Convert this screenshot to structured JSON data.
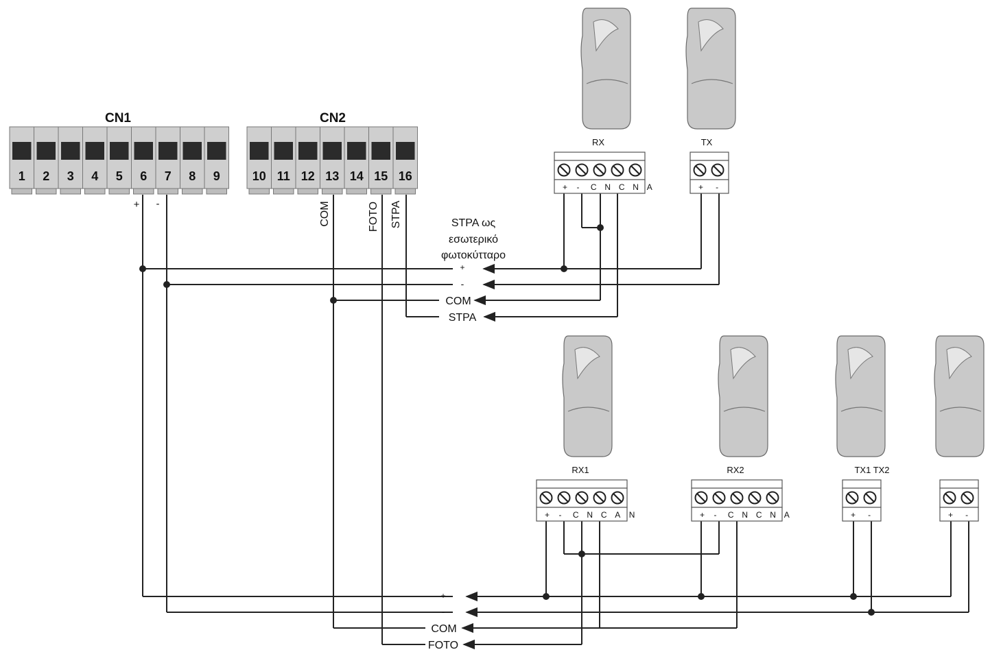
{
  "connectors": {
    "cn1": {
      "title": "CN1",
      "pins": [
        "1",
        "2",
        "3",
        "4",
        "5",
        "6",
        "7",
        "8",
        "9"
      ],
      "pin6_sign": "+",
      "pin7_sign": "-"
    },
    "cn2": {
      "title": "CN2",
      "pins": [
        "10",
        "11",
        "12",
        "13",
        "14",
        "15",
        "16"
      ]
    }
  },
  "wire_labels": {
    "com": "COM",
    "foto": "FOTO",
    "stpa": "STPA"
  },
  "upper": {
    "note_lines": [
      "STPA ως",
      "εσωτερικό",
      "φωτοκύτταρο"
    ],
    "bus": [
      "+",
      "-",
      "COM",
      "STPA"
    ],
    "rx_label": "RX",
    "tx_label": "TX",
    "rx_terms": [
      "+",
      "-",
      "C",
      "N",
      "C",
      "N",
      "A"
    ],
    "tx_terms": [
      "+",
      "-"
    ]
  },
  "lower": {
    "bus": [
      "+",
      "-",
      "COM",
      "FOTO"
    ],
    "rx1_label": "RX1",
    "rx2_label": "RX2",
    "tx_label": "TX1 TX2",
    "rx1_terms": [
      "+",
      "-",
      "C",
      "N",
      "C",
      "A",
      "N"
    ],
    "rx2_terms": [
      "+",
      "-",
      "C",
      "N",
      "C",
      "N",
      "A"
    ],
    "tx_terms": [
      "+",
      "-"
    ]
  },
  "colors": {
    "wire": "#222222",
    "device": "#c9c9c9",
    "slot": "#2b2b2b"
  }
}
